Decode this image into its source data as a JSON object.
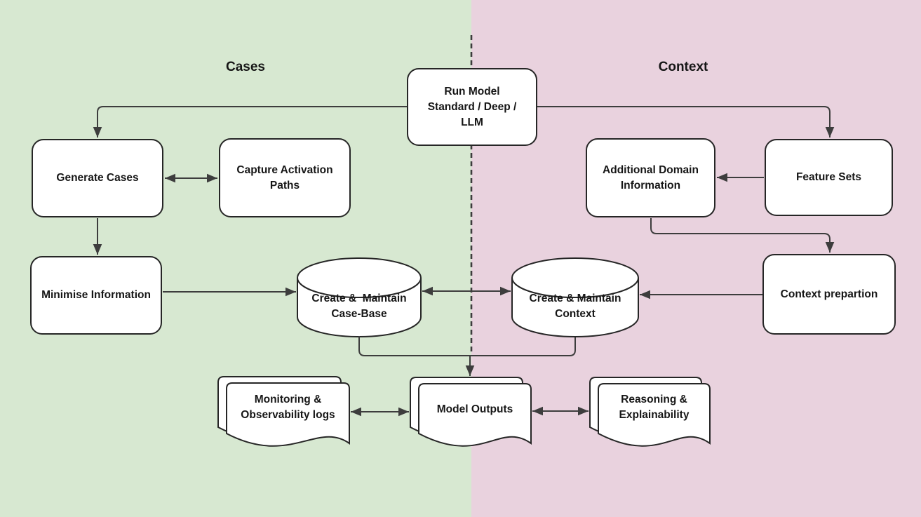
{
  "colors": {
    "cases_bg": "#d7e8d1",
    "context_bg": "#e9d2de",
    "stroke": "#3d3d3d",
    "node_border": "#262626",
    "node_fill": "#ffffff",
    "text": "#161616"
  },
  "sections": {
    "left": {
      "title": "Cases"
    },
    "right": {
      "title": "Context"
    }
  },
  "nodes": {
    "run_model": {
      "label": "Run Model\nStandard / Deep / LLM",
      "shape": "rounded-rect"
    },
    "generate_cases": {
      "label": "Generate Cases",
      "shape": "rounded-rect"
    },
    "capture_activation_paths": {
      "label": "Capture Activation\nPaths",
      "shape": "rounded-rect"
    },
    "minimise_information": {
      "label": "Minimise Information",
      "shape": "rounded-rect"
    },
    "case_base_store": {
      "label": "Create &  Maintain\nCase-Base",
      "shape": "cylinder"
    },
    "context_store": {
      "label": "Create & Maintain\nContext",
      "shape": "cylinder"
    },
    "additional_domain_information": {
      "label": "Additional Domain\nInformation",
      "shape": "rounded-rect"
    },
    "feature_sets": {
      "label": "Feature Sets",
      "shape": "rounded-rect"
    },
    "context_preparation": {
      "label": "Context prepartion",
      "shape": "rounded-rect"
    },
    "monitoring_logs": {
      "label": "Monitoring &\nObservability logs",
      "shape": "document-stack"
    },
    "model_outputs": {
      "label": "Model Outputs",
      "shape": "document-stack"
    },
    "reasoning_explainability": {
      "label": "Reasoning &\nExplainability",
      "shape": "document-stack"
    }
  },
  "edges": [
    {
      "from": "run_model",
      "to": "generate_cases",
      "direction": "one-way"
    },
    {
      "from": "run_model",
      "to": "feature_sets",
      "direction": "one-way"
    },
    {
      "from": "generate_cases",
      "to": "capture_activation_paths",
      "direction": "two-way"
    },
    {
      "from": "generate_cases",
      "to": "minimise_information",
      "direction": "one-way"
    },
    {
      "from": "minimise_information",
      "to": "case_base_store",
      "direction": "one-way"
    },
    {
      "from": "case_base_store",
      "to": "context_store",
      "direction": "two-way"
    },
    {
      "from": "feature_sets",
      "to": "additional_domain_information",
      "direction": "one-way"
    },
    {
      "from": "additional_domain_information",
      "to": "context_preparation",
      "direction": "one-way"
    },
    {
      "from": "context_preparation",
      "to": "context_store",
      "direction": "one-way"
    },
    {
      "from": "case_base_store+context_store",
      "to": "model_outputs",
      "direction": "one-way"
    },
    {
      "from": "monitoring_logs",
      "to": "model_outputs",
      "direction": "two-way"
    },
    {
      "from": "model_outputs",
      "to": "reasoning_explainability",
      "direction": "two-way"
    }
  ]
}
